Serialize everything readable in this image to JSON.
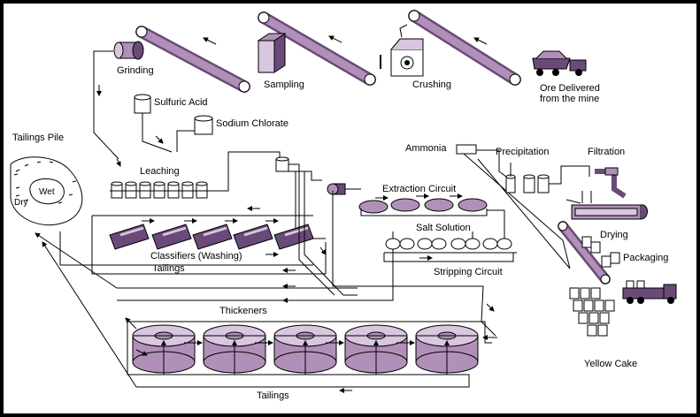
{
  "labels": {
    "grinding": "Grinding",
    "sampling": "Sampling",
    "crushing": "Crushing",
    "ore_delivered_1": "Ore Delivered",
    "ore_delivered_2": "from the mine",
    "sulfuric_acid": "Sulfuric Acid",
    "sodium_chlorate": "Sodium Chlorate",
    "tailings_pile": "Tailings Pile",
    "wet": "Wet",
    "dry": "Dry",
    "leaching": "Leaching",
    "classifiers": "Classifiers (Washing)",
    "tailings_upper": "Tailings",
    "thickeners": "Thickeners",
    "tailings_lower": "Tailings",
    "ammonia": "Ammonia",
    "precipitation": "Precipitation",
    "filtration": "Filtration",
    "extraction_circuit": "Extraction Circuit",
    "salt_solution": "Salt Solution",
    "stripping_circuit": "Stripping Circuit",
    "drying": "Drying",
    "packaging": "Packaging",
    "yellow_cake": "Yellow Cake"
  },
  "colors": {
    "equipment_fill": "#b090b8",
    "equipment_dark": "#6a4a78",
    "equipment_light": "#d9c6df",
    "line": "#000000",
    "border": "#000000",
    "background": "#ffffff"
  }
}
